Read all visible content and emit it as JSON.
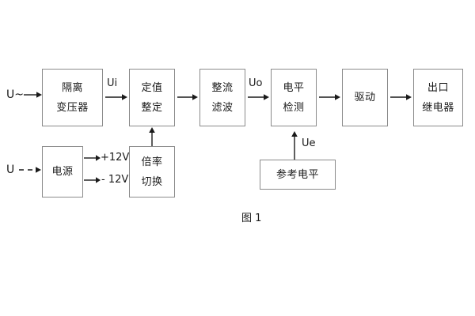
{
  "figure": {
    "caption": "图 1",
    "line_color": "#8a8a8a",
    "text_color": "#1a1a1a",
    "background": "#ffffff"
  },
  "blocks": [
    {
      "id": "isolation-transformer",
      "lines": [
        "隔离",
        "变压器"
      ]
    },
    {
      "id": "setting-value",
      "lines": [
        "定值",
        "整定"
      ]
    },
    {
      "id": "rectify-filter",
      "lines": [
        "整流",
        "滤波"
      ]
    },
    {
      "id": "level-detection",
      "lines": [
        "电平",
        "检测"
      ]
    },
    {
      "id": "drive",
      "lines": [
        "驱动"
      ]
    },
    {
      "id": "output-relay",
      "lines": [
        "出口",
        "继电器"
      ]
    },
    {
      "id": "power-supply",
      "lines": [
        "电源"
      ]
    },
    {
      "id": "ratio-switch",
      "lines": [
        "倍率",
        "切换"
      ]
    },
    {
      "id": "reference-level",
      "lines": [
        "参考电平"
      ]
    }
  ],
  "signals": {
    "input_ac": "U~",
    "input_dc": "U",
    "ui": "Ui",
    "uo": "Uo",
    "ue": "Ue",
    "rail_positive": "+12V",
    "rail_negative": "- 12V"
  },
  "icons": {
    "arrow_right": "arrow-right-icon",
    "arrow_up": "arrow-up-icon",
    "dashed_arrow_right": "dashed-arrow-right-icon"
  }
}
